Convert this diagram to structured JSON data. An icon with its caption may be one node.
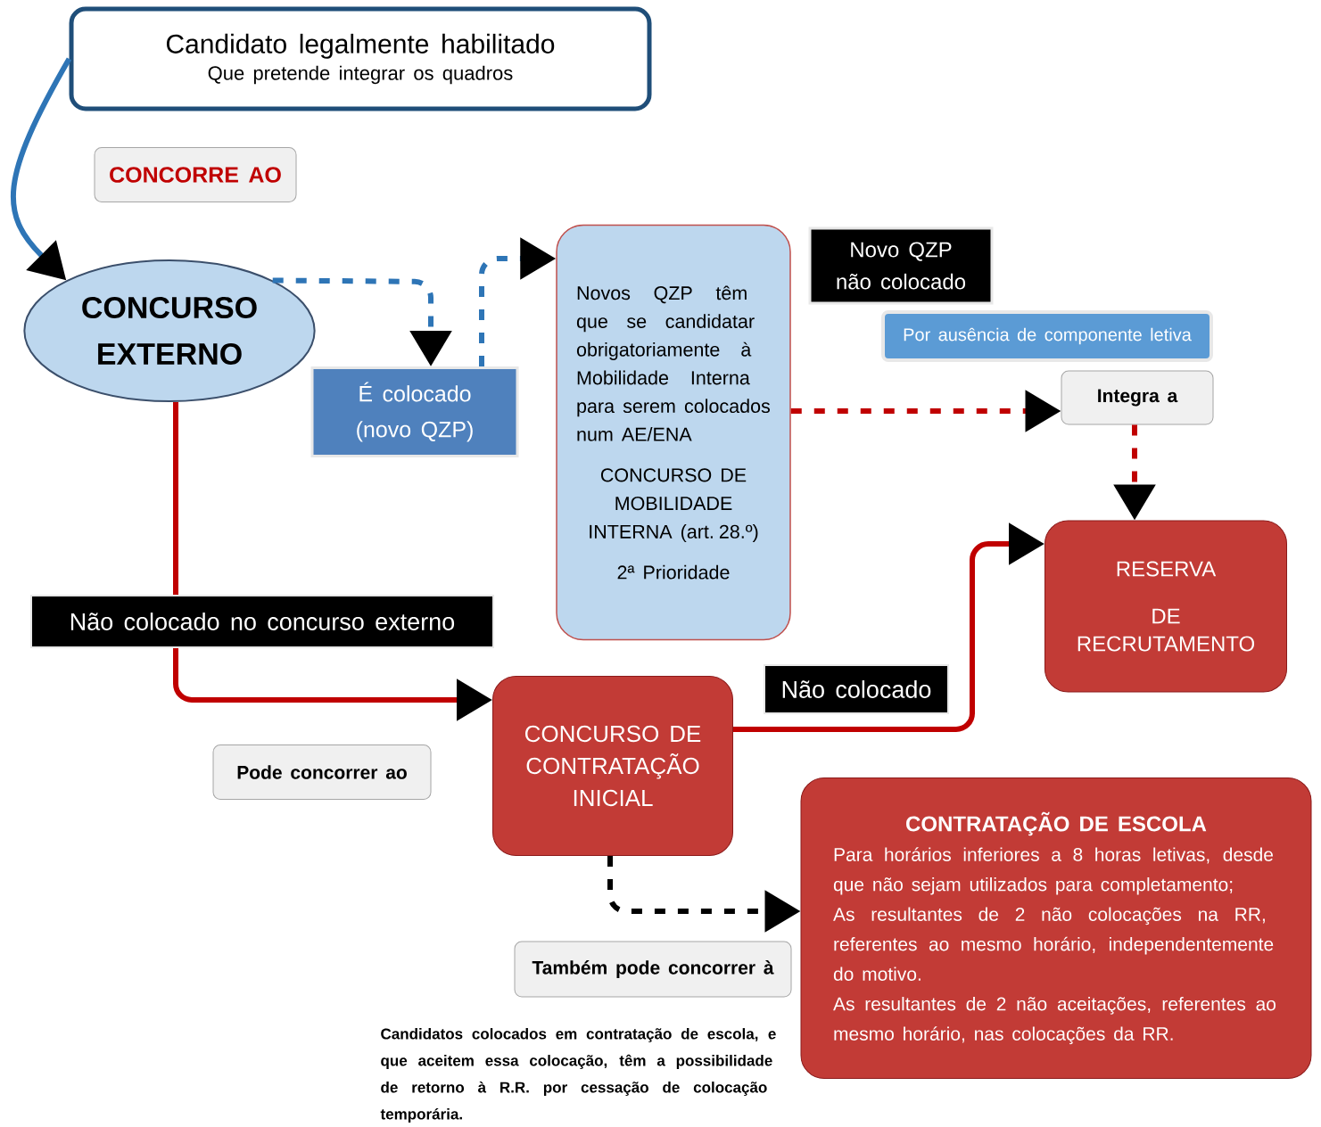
{
  "diagram": {
    "nodes": [
      {
        "text": [
          "Candidato legalmente habilitado",
          "Que pretende integrar os quadros"
        ]
      },
      {
        "text": [
          "CONCORRE AO"
        ]
      },
      {
        "text": [
          "CONCURSO EXTERNO"
        ]
      },
      {
        "text": [
          "É colocado (novo QZP)"
        ]
      },
      {
        "text": [
          "Novos QZP têm que se candidatar obrigatoriamente à Mobilidade Interna para serem colocados num AE/ENA",
          "CONCURSO DE MOBILIDADE INTERNA (art. 28.º)",
          "2ª Prioridade"
        ]
      },
      {
        "text": [
          "Novo QZP não colocado"
        ]
      },
      {
        "text": [
          "Por ausência de componente letiva"
        ]
      },
      {
        "text": [
          "Integra a"
        ]
      },
      {
        "text": [
          "RESERVA",
          "DE RECRUTAMENTO"
        ]
      },
      {
        "text": [
          "CONCURSO DE CONTRATAÇÃO INICIAL"
        ]
      },
      {
        "text": [
          "Pode concorrer ao"
        ]
      },
      {
        "text": [
          "CONTRATAÇÃO DE ESCOLA",
          "Para horários inferiores a 8 horas letivas, desde que não sejam utilizados para completamento;",
          "As resultantes de 2 não colocações na RR, referentes ao mesmo horário, independentemente do motivo.",
          "As resultantes de 2 não aceitações, referentes ao mesmo horário, nas colocações da RR."
        ]
      },
      {
        "text": [
          "Também pode concorrer à"
        ]
      }
    ],
    "edges": [
      {
        "from": 0,
        "to": 2,
        "arrow": "to",
        "color": "#2e75b6"
      },
      {
        "from": 2,
        "to": 3,
        "arrow": "to",
        "style": "dashed",
        "color": "#2e75b6"
      },
      {
        "from": 3,
        "to": 4,
        "arrow": "to",
        "style": "dashed",
        "color": "#2e75b6"
      },
      {
        "from": 2,
        "to": 9,
        "arrow": "to",
        "label": "Não colocado no concurso externo"
      },
      {
        "from": 9,
        "to": 8,
        "arrow": "to",
        "label": "Não colocado"
      },
      {
        "from": 4,
        "to": 7,
        "arrow": "to",
        "style": "dashed"
      },
      {
        "from": 7,
        "to": 8,
        "arrow": "to",
        "style": "dashed"
      },
      {
        "from": 9,
        "to": 11,
        "arrow": "to",
        "style": "dashed",
        "color": "#000000"
      }
    ],
    "labels": [
      "Candidatos colocados em contratação de escola, e que aceitem essa colocação, têm a possibilidade de retorno à R.R. por cessação de colocação temporária."
    ]
  }
}
